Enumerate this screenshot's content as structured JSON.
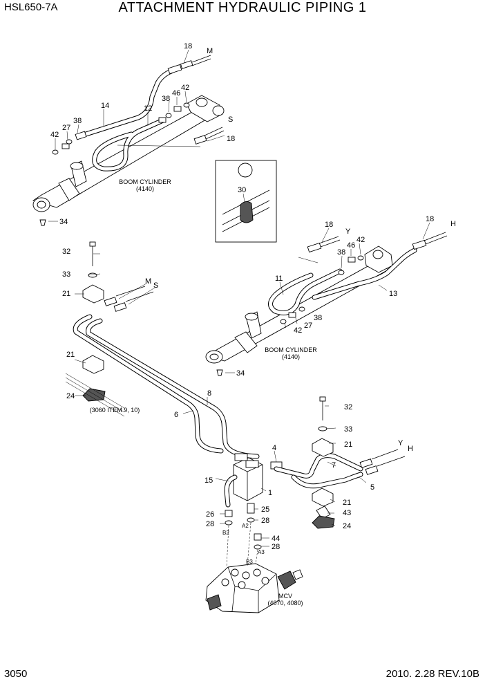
{
  "header": {
    "model": "HSL650-7A",
    "title": "ATTACHMENT HYDRAULIC PIPING 1"
  },
  "footer": {
    "page": "3050",
    "revision": "2010. 2.28  REV.10B"
  },
  "captions": {
    "boom_cylinder_1": "BOOM CYLINDER",
    "boom_cylinder_1_ref": "(4140)",
    "boom_cylinder_2": "BOOM CYLINDER",
    "boom_cylinder_2_ref": "(4140)",
    "ref_note": "(3060 ITEM 9, 10)",
    "mcv": "MCV",
    "mcv_ref": "(4070, 4080)"
  },
  "part_labels": {
    "p18a": "18",
    "pMa": "M",
    "p14": "14",
    "p12": "12",
    "p38a": "38",
    "p46a": "46",
    "p42a": "42",
    "pS1": "S",
    "p18b": "18",
    "p42b": "42",
    "p27a": "27",
    "p38b": "38",
    "p34a": "34",
    "p30": "30",
    "p18c": "18",
    "pY1": "Y",
    "p38c": "38",
    "p46b": "46",
    "p42c": "42",
    "p18d": "18",
    "pH1": "H",
    "p11": "11",
    "p13": "13",
    "p38d": "38",
    "p27b": "27",
    "p42d": "42",
    "p34b": "34",
    "p32a": "32",
    "p33a": "33",
    "p21a": "21",
    "pMb": "M",
    "pS2": "S",
    "p21b": "21",
    "p24a": "24",
    "p8": "8",
    "p6": "6",
    "p32b": "32",
    "p33b": "33",
    "p21c": "21",
    "p4": "4",
    "pY2": "Y",
    "pH2": "H",
    "p7": "7",
    "p5": "5",
    "p15": "15",
    "p1": "1",
    "p21d": "21",
    "p43": "43",
    "p24b": "24",
    "p26": "26",
    "p28a": "28",
    "p25": "25",
    "p28b": "28",
    "p44": "44",
    "p28c": "28"
  },
  "port_labels": {
    "b2": "B2",
    "a2": "A2",
    "a3": "A3",
    "b3": "B3"
  }
}
